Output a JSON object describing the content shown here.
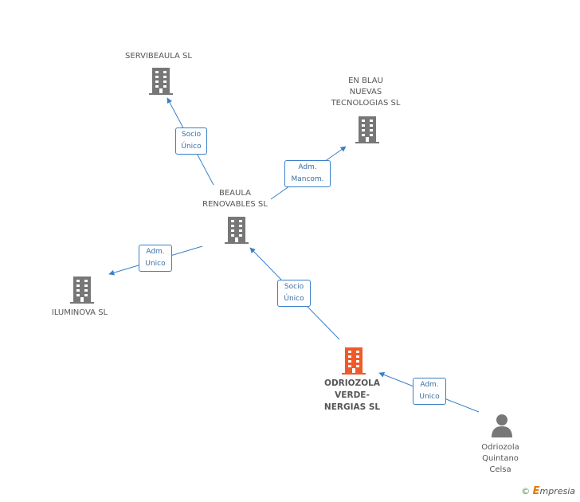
{
  "nodes": {
    "servibeaula": {
      "lines": [
        "SERVIBEAULA SL"
      ],
      "icon": "building-icon",
      "color": "#777777"
    },
    "en_blau": {
      "lines": [
        "EN BLAU",
        "NUEVAS",
        "TECNOLOGIAS SL"
      ],
      "icon": "building-icon",
      "color": "#777777"
    },
    "beaula": {
      "lines": [
        "BEAULA",
        "RENOVABLES SL"
      ],
      "icon": "building-icon",
      "color": "#777777"
    },
    "iluminova": {
      "lines": [
        "ILUMINOVA SL"
      ],
      "icon": "building-icon",
      "color": "#777777"
    },
    "odriozola_verde": {
      "lines": [
        "ODRIOZOLA",
        "VERDE-",
        "NERGIAS SL"
      ],
      "icon": "building-icon",
      "color": "#f05a28"
    },
    "person": {
      "lines": [
        "Odriozola",
        "Quintano",
        "Celsa"
      ],
      "icon": "person-icon",
      "color": "#777777"
    }
  },
  "relations": [
    {
      "lines": [
        "Socio",
        "Único"
      ]
    },
    {
      "lines": [
        "Adm.",
        "Mancom."
      ]
    },
    {
      "lines": [
        "Adm.",
        "Unico"
      ]
    },
    {
      "lines": [
        "Socio",
        "Único"
      ]
    },
    {
      "lines": [
        "Adm.",
        "Unico"
      ]
    }
  ],
  "footer": {
    "symbol": "©",
    "brand_first": "E",
    "brand_rest": "mpresia"
  },
  "colors": {
    "edge": "#3a7fc9",
    "label": "#555555"
  }
}
